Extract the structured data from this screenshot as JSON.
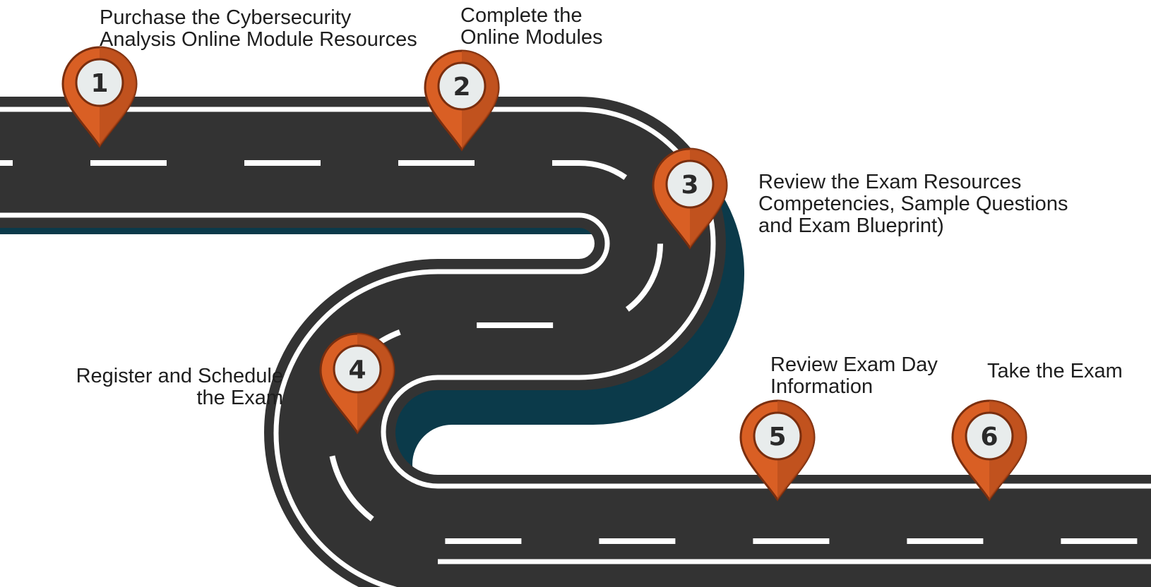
{
  "steps": [
    {
      "number": "1",
      "lines": [
        "Purchase the Cybersecurity",
        "Analysis Online Module Resources"
      ]
    },
    {
      "number": "2",
      "lines": [
        "Complete the",
        "Online Modules"
      ]
    },
    {
      "number": "3",
      "lines": [
        "Review the Exam Resources",
        "Competencies, Sample Questions",
        "and Exam Blueprint)"
      ]
    },
    {
      "number": "4",
      "lines": [
        "Register and Schedule",
        "the Exam"
      ]
    },
    {
      "number": "5",
      "lines": [
        "Review Exam Day",
        "Information"
      ]
    },
    {
      "number": "6",
      "lines": [
        "Take the Exam"
      ]
    }
  ],
  "colors": {
    "road": "#333333",
    "road_shadow": "#0b3a4a",
    "lane_marking": "#ffffff",
    "pin_fill": "#d95f24",
    "pin_shade": "#b84d1c",
    "pin_outline": "#7a2e0e",
    "pin_center": "#e8ecec"
  },
  "icons": [
    "map-pin-icon"
  ]
}
